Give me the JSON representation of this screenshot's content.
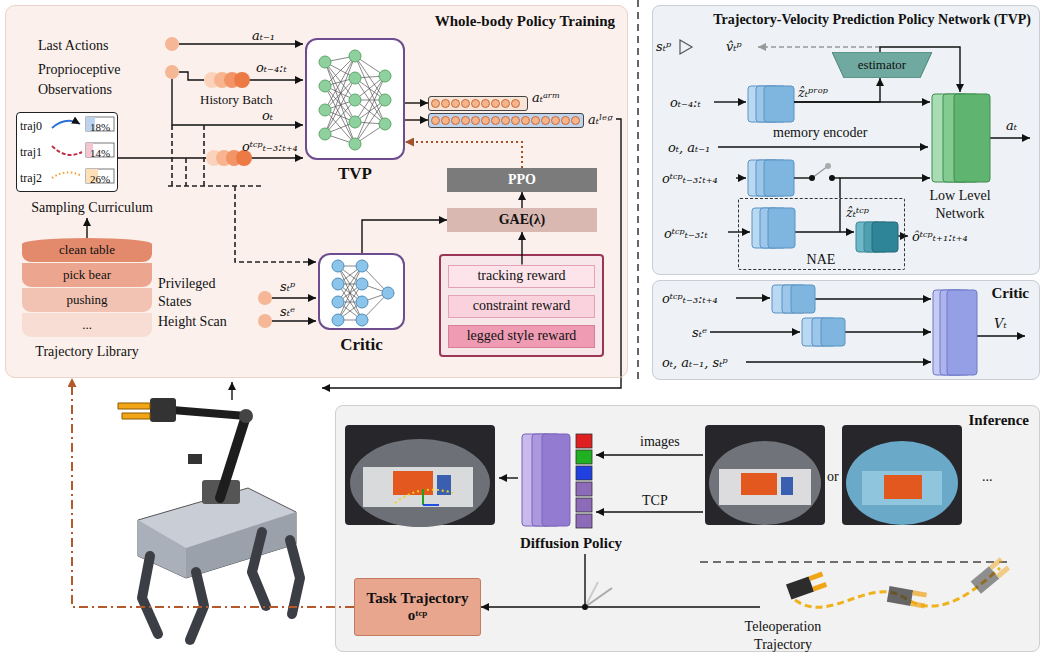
{
  "diagram": {
    "nodes": [
      {
        "text": [
          "Whole-body Policy Training"
        ]
      },
      {
        "text": [
          "traj0",
          "18%",
          "traj1",
          "14%",
          "traj2",
          "26%",
          "Sampling Curriculum"
        ],
        "in": 0
      },
      {
        "text": [
          "Trajectory Library"
        ],
        "in": 0
      },
      {
        "text": [
          "clean table"
        ],
        "in": 2
      },
      {
        "text": [
          "pick bear"
        ],
        "in": 2
      },
      {
        "text": [
          "pushing"
        ],
        "in": 2
      },
      {
        "text": [
          "..."
        ],
        "in": 2
      },
      {
        "text": [
          "TVP"
        ],
        "in": 0
      },
      {
        "text": [
          "aₜᵃʳᵐ"
        ],
        "in": 0
      },
      {
        "text": [
          "aₜˡᵉᵍ"
        ],
        "in": 0
      },
      {
        "text": [
          "PPO"
        ],
        "in": 0
      },
      {
        "text": [
          "GAE(λ)"
        ],
        "in": 0
      },
      {
        "text": [
          "Critic"
        ],
        "in": 0
      },
      {
        "text": [
          "tracking reward"
        ],
        "in": 0
      },
      {
        "text": [
          "constraint reward"
        ],
        "in": 0
      },
      {
        "text": [
          "legged style reward"
        ],
        "in": 0
      },
      {
        "text": [
          "Trajectory-Velocity Prediction Policy Network (TVP)"
        ]
      },
      {
        "text": [
          "estimator"
        ],
        "in": 16
      },
      {
        "text": [
          "memory encoder"
        ],
        "in": 16
      },
      {
        "text": [
          "NAE"
        ],
        "in": 16
      },
      {
        "text": [
          "Low Level Network"
        ],
        "in": 16
      },
      {
        "text": [
          "Critic"
        ]
      },
      {
        "text": [
          "Inference"
        ]
      },
      {
        "text": [
          "Diffusion Policy"
        ],
        "in": 22
      },
      {
        "text": [
          "Task Trajectory oᵗᶜᵖ"
        ],
        "in": 22
      }
    ],
    "edges": [
      {
        "from": 2,
        "to": 1,
        "arrow": "to"
      },
      {
        "from": 7,
        "to": 8,
        "arrow": "to"
      },
      {
        "from": 7,
        "to": 9,
        "arrow": "to"
      },
      {
        "from": 12,
        "to": 11,
        "arrow": "to"
      },
      {
        "from": 13,
        "to": 11,
        "arrow": "to"
      },
      {
        "from": 11,
        "to": 10,
        "arrow": "to"
      },
      {
        "from": 10,
        "to": 7,
        "arrow": "to"
      },
      {
        "from": 18,
        "to": 17,
        "arrow": "to"
      },
      {
        "from": 18,
        "to": 20,
        "arrow": "to"
      },
      {
        "from": 17,
        "to": 20,
        "arrow": "to"
      },
      {
        "from": 19,
        "to": 20,
        "arrow": "to"
      },
      {
        "from": 23,
        "to": 24,
        "arrow": "to"
      },
      {
        "from": 24,
        "to": 0,
        "arrow": "to"
      }
    ],
    "labels": [
      "Last Actions",
      "Proprioceptive Observations",
      "History Batch",
      "aₜ₋₁",
      "oₜ₋₄:ₜ",
      "oₜ",
      "oᵗᶜᵖₜ₋₃:ₜ₊₄",
      "Privileged States",
      "Height Scan",
      "sₜᵖ",
      "sₜᵉ",
      "sₜᵖ",
      "v̂ₜᵖ",
      "ẑₜᵖʳᵒᵖ",
      "oₜ₋₄:ₜ",
      "oₜ, aₜ₋₁",
      "oᵗᶜᵖₜ₋₃:ₜ₊₄",
      "ẑₜᵗᶜᵖ",
      "oᵗᶜᵖₜ₋₃:ₜ",
      "ôᵗᶜᵖₜ₊₁:ₜ₊₄",
      "aₜ",
      "oᵗᶜᵖₜ₋₃:ₜ₊₄",
      "sₜᵉ",
      "oₜ, aₜ₋₁, sₜᵖ",
      "Vₜ",
      "images",
      "TCP",
      "or",
      "...",
      "Teleoperation Trajectory"
    ]
  }
}
